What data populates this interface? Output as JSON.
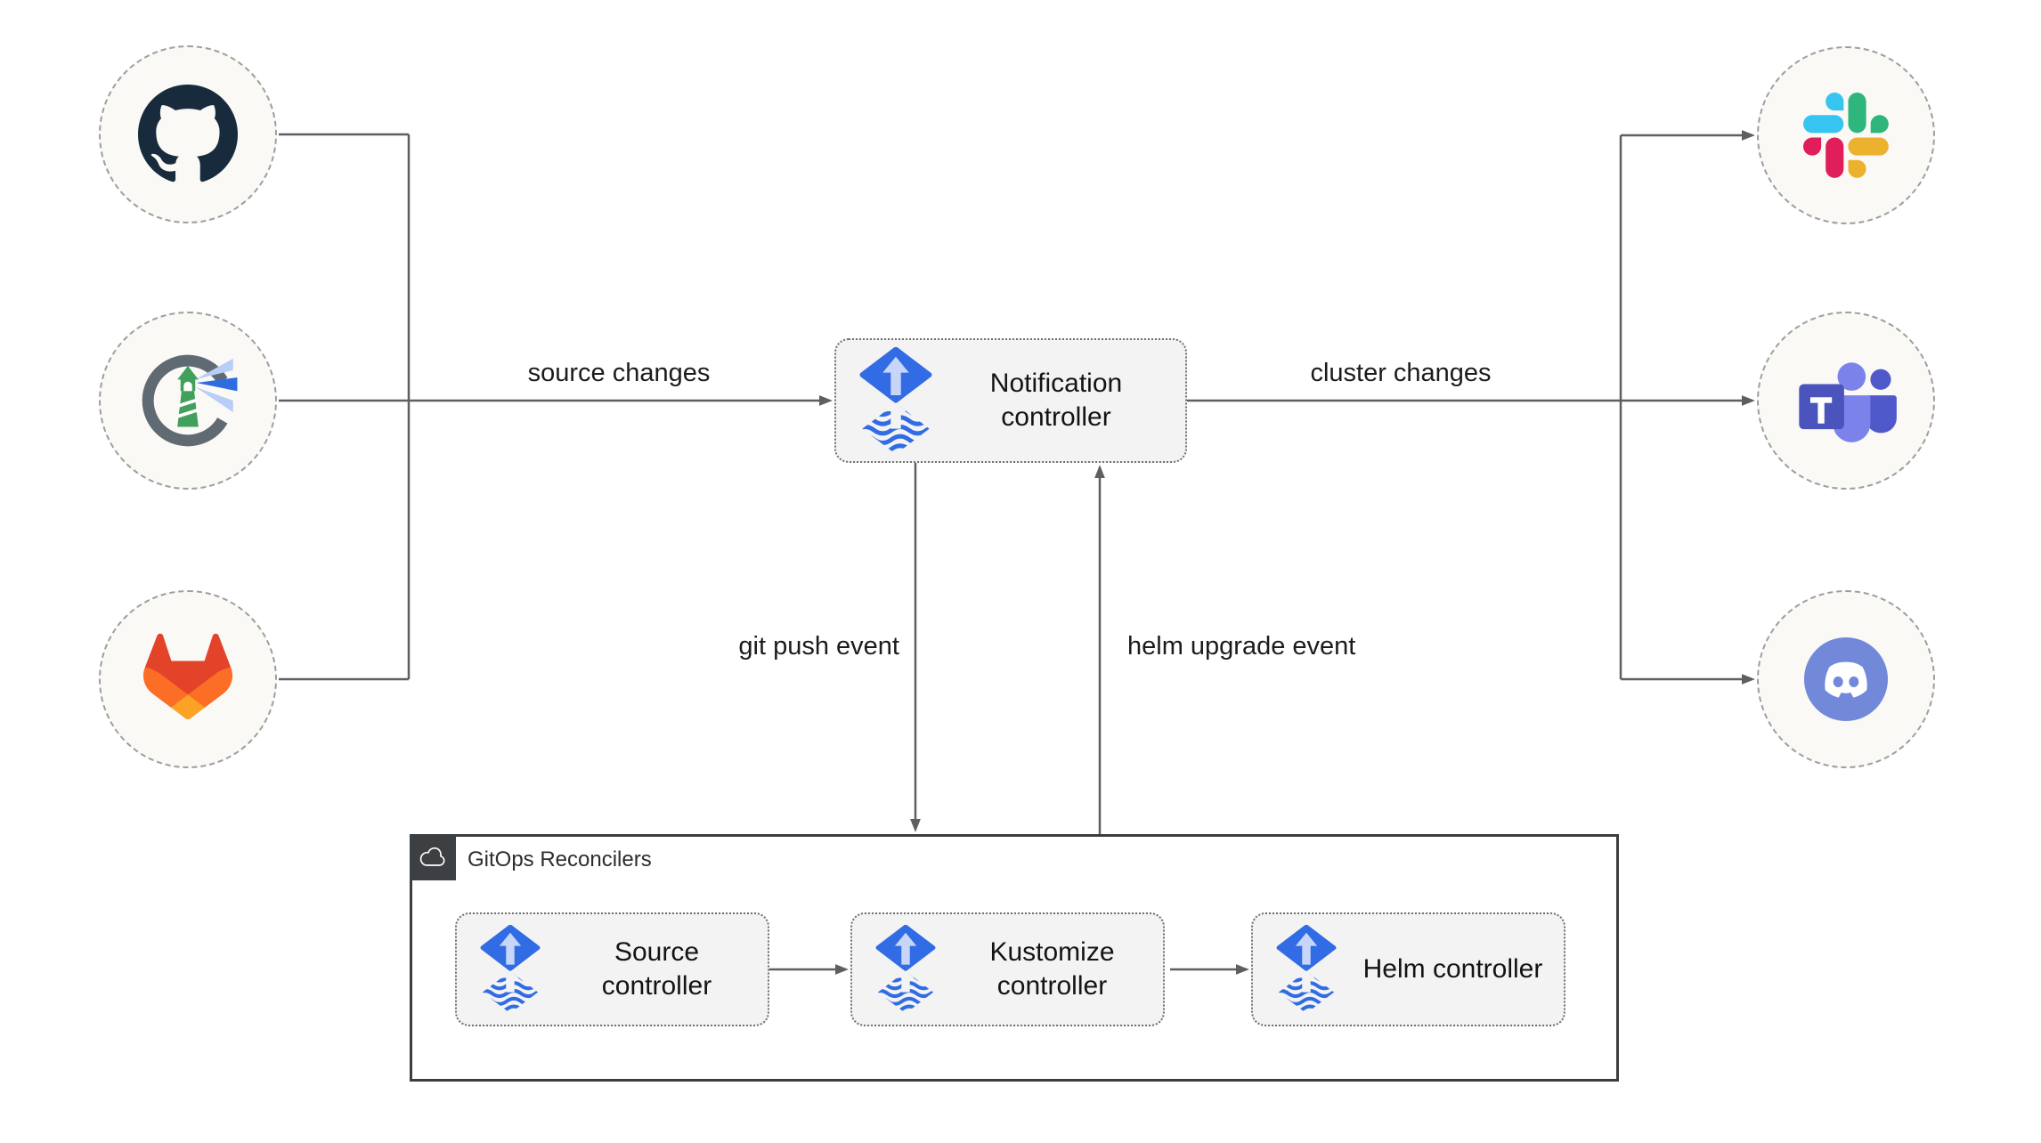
{
  "diagram": {
    "nodes": {
      "notification": {
        "label": "Notification controller",
        "icon": "flux-icon"
      },
      "source": {
        "label": "Source controller",
        "icon": "flux-icon"
      },
      "kustomize": {
        "label": "Kustomize controller",
        "icon": "flux-icon"
      },
      "helm": {
        "label": "Helm controller",
        "icon": "flux-icon"
      }
    },
    "group": {
      "label": "GitOps Reconcilers",
      "icon": "cloud-icon"
    },
    "edge_labels": {
      "source_changes": "source changes",
      "cluster_changes": "cluster changes",
      "git_push": "git push event",
      "helm_upgrade": "helm upgrade event"
    },
    "sources": [
      {
        "name": "GitHub",
        "icon": "github-icon"
      },
      {
        "name": "Harbor",
        "icon": "harbor-icon"
      },
      {
        "name": "GitLab",
        "icon": "gitlab-icon"
      }
    ],
    "targets": [
      {
        "name": "Slack",
        "icon": "slack-icon"
      },
      {
        "name": "Microsoft Teams",
        "icon": "teams-icon"
      },
      {
        "name": "Discord",
        "icon": "discord-icon"
      }
    ],
    "colors": {
      "flux_blue": "#316ce4",
      "flux_arrow_light": "#c7d6f8",
      "line_gray": "#5f5f5f",
      "node_fill": "#f3f3f3",
      "node_border": "#6f6f6f",
      "group_border": "#3d3d3d",
      "circle_fill": "#faf9f6",
      "circle_border": "#9e9e9e",
      "github": "#182b3d",
      "gitlab_red": "#e24329",
      "gitlab_orange": "#fc6d26",
      "gitlab_yellow": "#fca326",
      "slack_blue": "#36c5f0",
      "slack_green": "#2eb67d",
      "slack_red": "#e01e5a",
      "slack_yellow": "#ecb22e",
      "teams_purple": "#4b53bc",
      "teams_light": "#7b83eb",
      "teams_dark": "#5059c9",
      "discord_blurple": "#7289da",
      "harbor_ring": "#5f6a72",
      "harbor_green": "#41a05a",
      "harbor_beam": "#2f6ce0",
      "harbor_beam_light": "#b8cdf7"
    }
  }
}
